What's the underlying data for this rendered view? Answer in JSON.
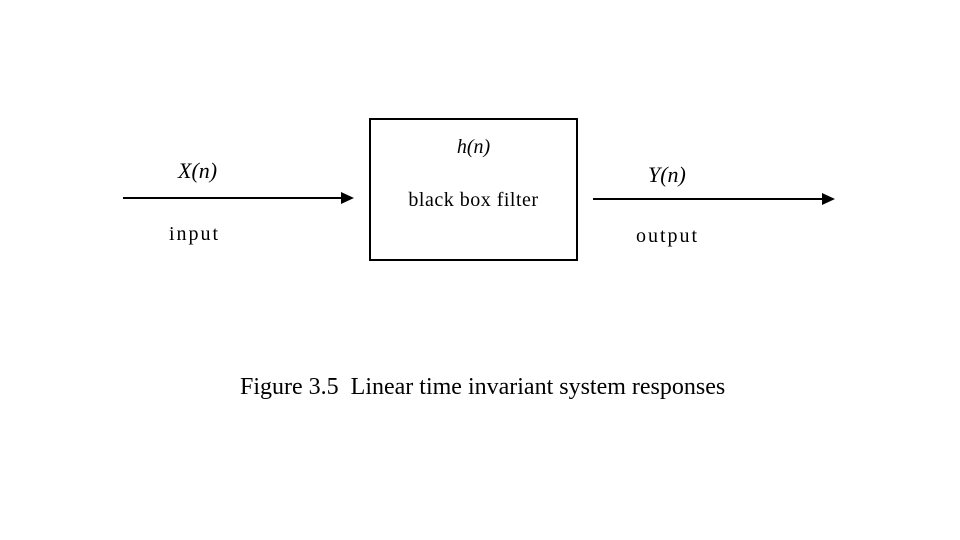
{
  "diagram": {
    "input_signal_label": "X(n)",
    "input_port_label": "input",
    "filter_box": {
      "impulse_response_label": "h(n)",
      "name": "black box filter"
    },
    "output_signal_label": "Y(n)",
    "output_port_label": "output",
    "caption": "Figure 3.5  Linear time invariant system responses",
    "colors": {
      "ink": "#000000",
      "background": "#ffffff"
    }
  }
}
